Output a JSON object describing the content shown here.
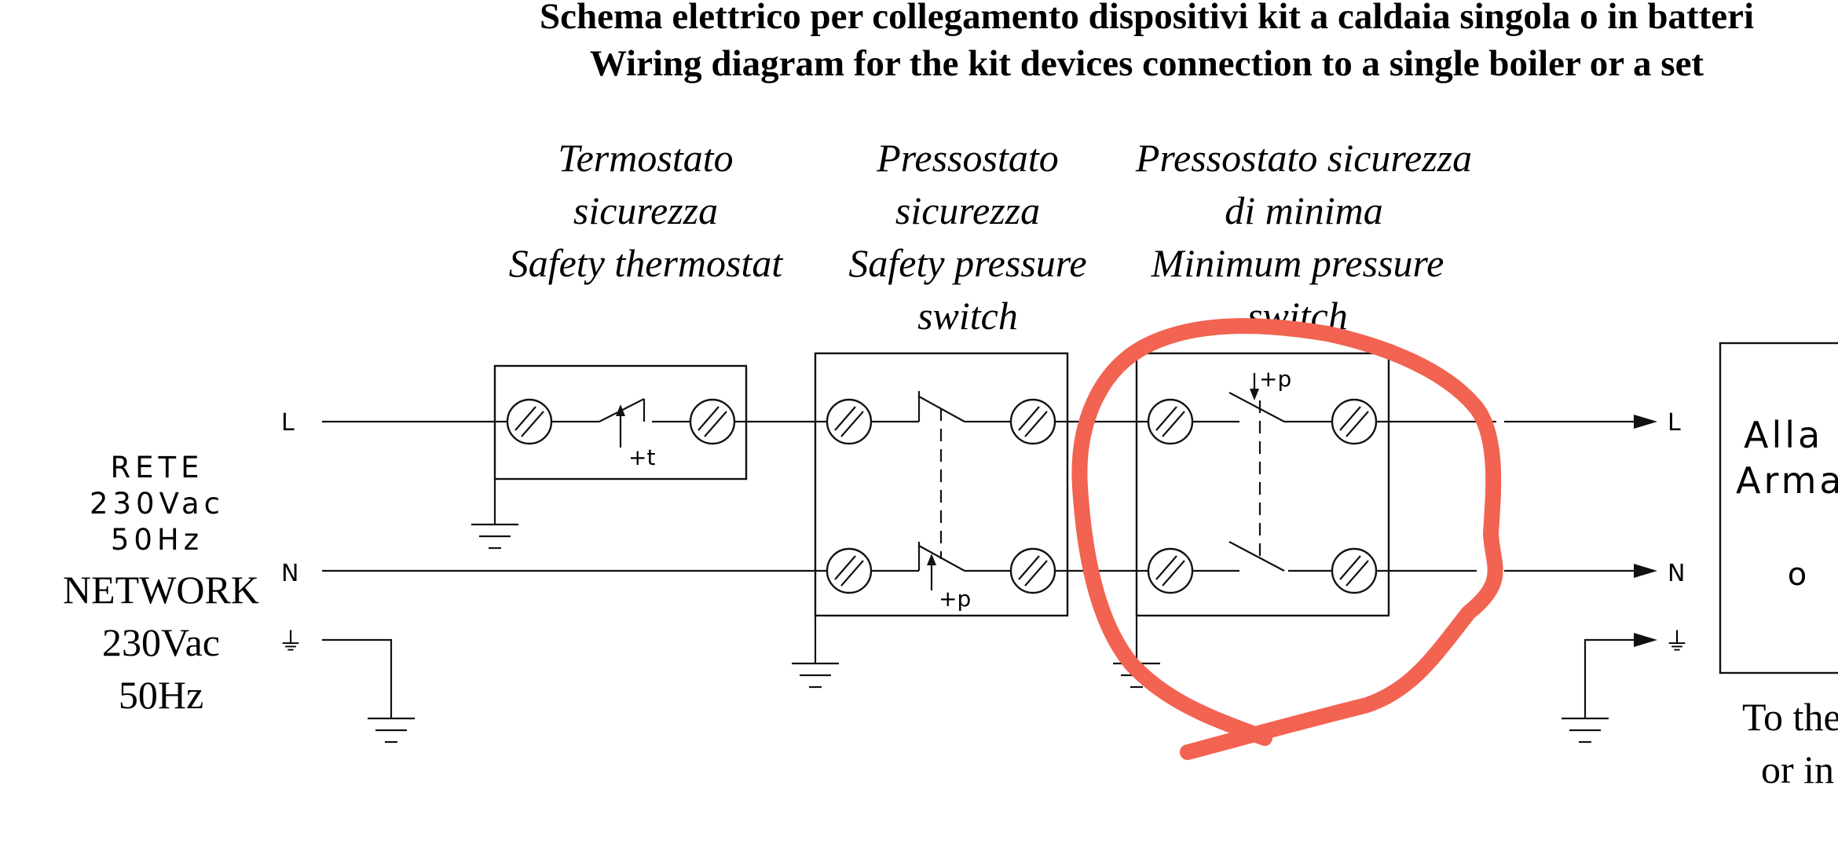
{
  "title": {
    "line1": "Schema elettrico per collegamento dispositivi kit a caldaia singola o in batteri",
    "line2": "Wiring diagram for the kit devices connection to a single boiler or a set"
  },
  "devices": [
    {
      "lines": [
        "Termostato",
        "sicurezza",
        "Safety thermostat"
      ]
    },
    {
      "lines": [
        "Pressostato",
        "sicurezza",
        "Safety pressure",
        "switch"
      ]
    },
    {
      "lines": [
        "Pressostato sicurezza",
        "di minima",
        "Minimum pressure",
        "switch"
      ]
    }
  ],
  "network": {
    "it": [
      "RETE",
      "230Vac",
      "50Hz"
    ],
    "en": [
      "NETWORK",
      "230Vac",
      "50Hz"
    ]
  },
  "lines": {
    "live": "L",
    "neutral": "N",
    "earth": "⏚"
  },
  "contacts": {
    "thermostat": "+t",
    "pressure": "+p"
  },
  "output_panel": {
    "it": [
      "Alla",
      "Arma"
    ],
    "marker": "o",
    "en": [
      "To the",
      "or in"
    ]
  },
  "annotation": {
    "color": "#f26352"
  }
}
